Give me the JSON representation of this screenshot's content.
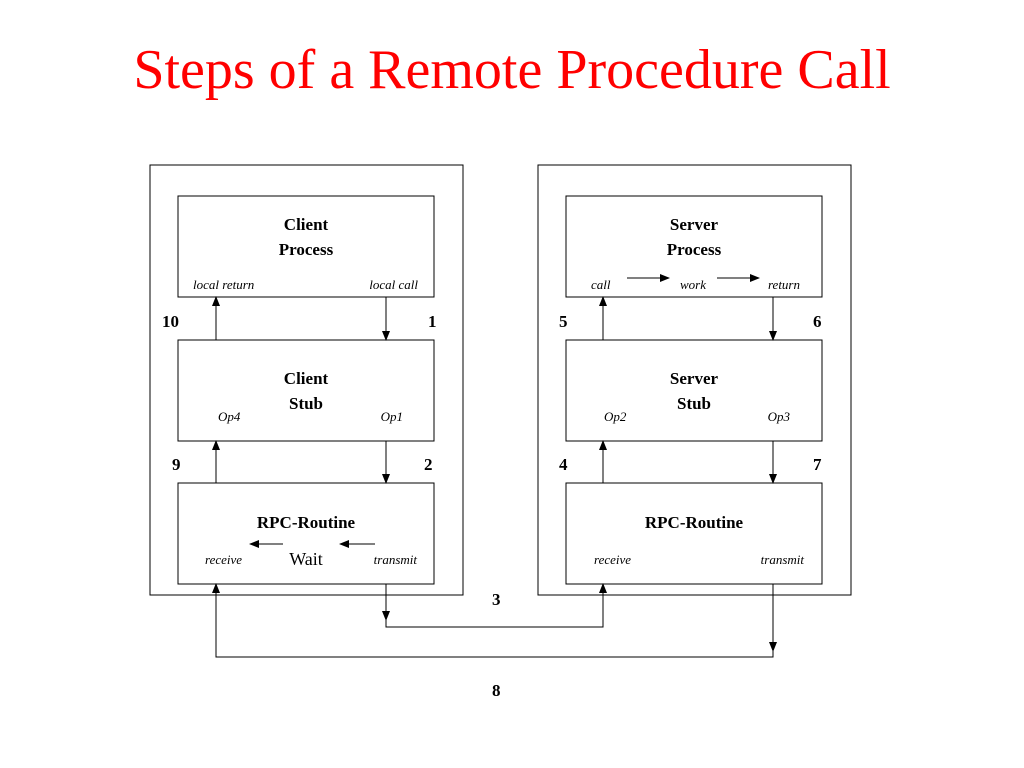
{
  "title": "Steps of a Remote Procedure Call",
  "colors": {
    "title": "#ff0000",
    "line": "#000000",
    "background": "#ffffff"
  },
  "client": {
    "process": {
      "line1": "Client",
      "line2": "Process",
      "left": "local return",
      "right": "local call"
    },
    "stub": {
      "line1": "Client",
      "line2": "Stub",
      "left": "Op4",
      "right": "Op1"
    },
    "rpc": {
      "title": "RPC-Routine",
      "left": "receive",
      "middle": "Wait",
      "right": "transmit"
    }
  },
  "server": {
    "process": {
      "line1": "Server",
      "line2": "Process",
      "left": "call",
      "middle": "work",
      "right": "return"
    },
    "stub": {
      "line1": "Server",
      "line2": "Stub",
      "left": "Op2",
      "right": "Op3"
    },
    "rpc": {
      "title": "RPC-Routine",
      "left": "receive",
      "right": "transmit"
    }
  },
  "steps": {
    "s1": "1",
    "s2": "2",
    "s3": "3",
    "s4": "4",
    "s5": "5",
    "s6": "6",
    "s7": "7",
    "s8": "8",
    "s9": "9",
    "s10": "10"
  }
}
